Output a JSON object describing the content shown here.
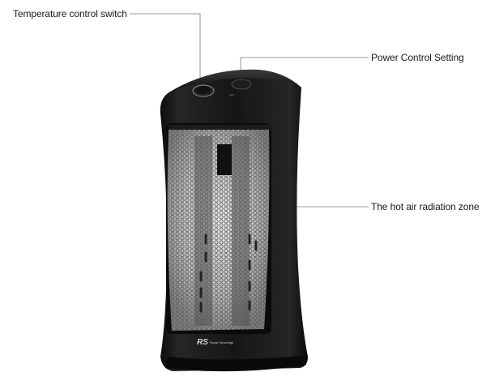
{
  "callouts": {
    "temperature": "Temperature control switch",
    "power": "Power Control Setting",
    "zone": "The hot air radiation zone"
  },
  "brand": {
    "mark": "RS",
    "name": "Royal Sovereign"
  },
  "colors": {
    "body": "#141414",
    "body_highlight": "#2e2e2e",
    "leader_line": "#7a7a7a",
    "grille": "#9a9a9a",
    "heat_tube": "#3a3a3a"
  }
}
